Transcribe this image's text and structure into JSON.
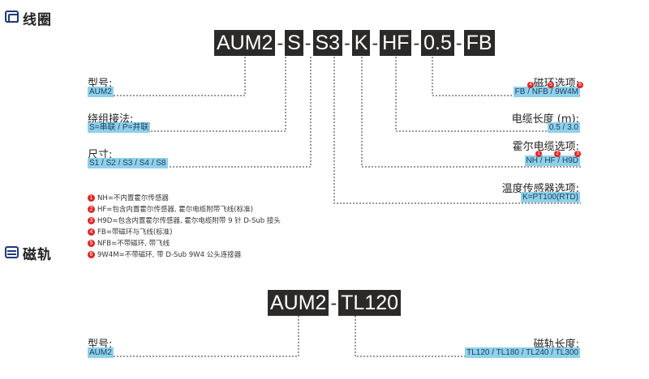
{
  "coil_section": {
    "icon": "coil-icon",
    "title": "线圈",
    "code_segments": [
      "AUM2",
      "S",
      "S3",
      "K",
      "HF",
      "0.5",
      "FB"
    ],
    "code_separator": "-",
    "left_fields": [
      {
        "label": "型号:",
        "value": "AUM2"
      },
      {
        "label": "绕组接法:",
        "value": "S=串联 / P=并联"
      },
      {
        "label": "尺寸:",
        "value": "S1 / S2 / S3 / S4 / S8"
      }
    ],
    "right_fields": [
      {
        "label": "磁环选项:",
        "value": "FB / NFB / 9W4M",
        "markers": [
          "4",
          "5",
          "6"
        ]
      },
      {
        "label": "电缆长度 (m):",
        "value": "0.5 / 3.0"
      },
      {
        "label": "霍尔电缆选项:",
        "value": "NH / HF / H9D",
        "markers": [
          "1",
          "2",
          "3"
        ]
      },
      {
        "label": "温度传感器选项:",
        "value": "K=PT100(RTD)"
      }
    ],
    "notes": [
      {
        "num": "1",
        "text": "NH=不内置霍尔传感器"
      },
      {
        "num": "2",
        "text": "HF=包含内置霍尔传感器, 霍尔电缆附带飞线(标准)"
      },
      {
        "num": "3",
        "text": "H9D=包含内置霍尔传感器, 霍尔电缆附带 9 针 D-Sub 接头"
      },
      {
        "num": "4",
        "text": "FB=带磁环与飞线(标准)"
      },
      {
        "num": "5",
        "text": "NFB=不带磁环, 带飞线"
      },
      {
        "num": "6",
        "text": "9W4M=不带磁环, 带 D-Sub 9W4 公头连接器"
      }
    ]
  },
  "rail_section": {
    "icon": "magnetic-rail-icon",
    "title": "磁轨",
    "code_segments": [
      "AUM2",
      "TL120"
    ],
    "code_separator": "-",
    "left_field": {
      "label": "型号:",
      "value": "AUM2"
    },
    "right_field": {
      "label": "磁轨长度:",
      "value": "TL120 / TL180 / TL240 / TL300"
    }
  },
  "colors": {
    "code_bg": "#2c2a29",
    "value_bg": "#8fd0ea",
    "marker": "#e02424",
    "icon": "#1f3a7a"
  }
}
